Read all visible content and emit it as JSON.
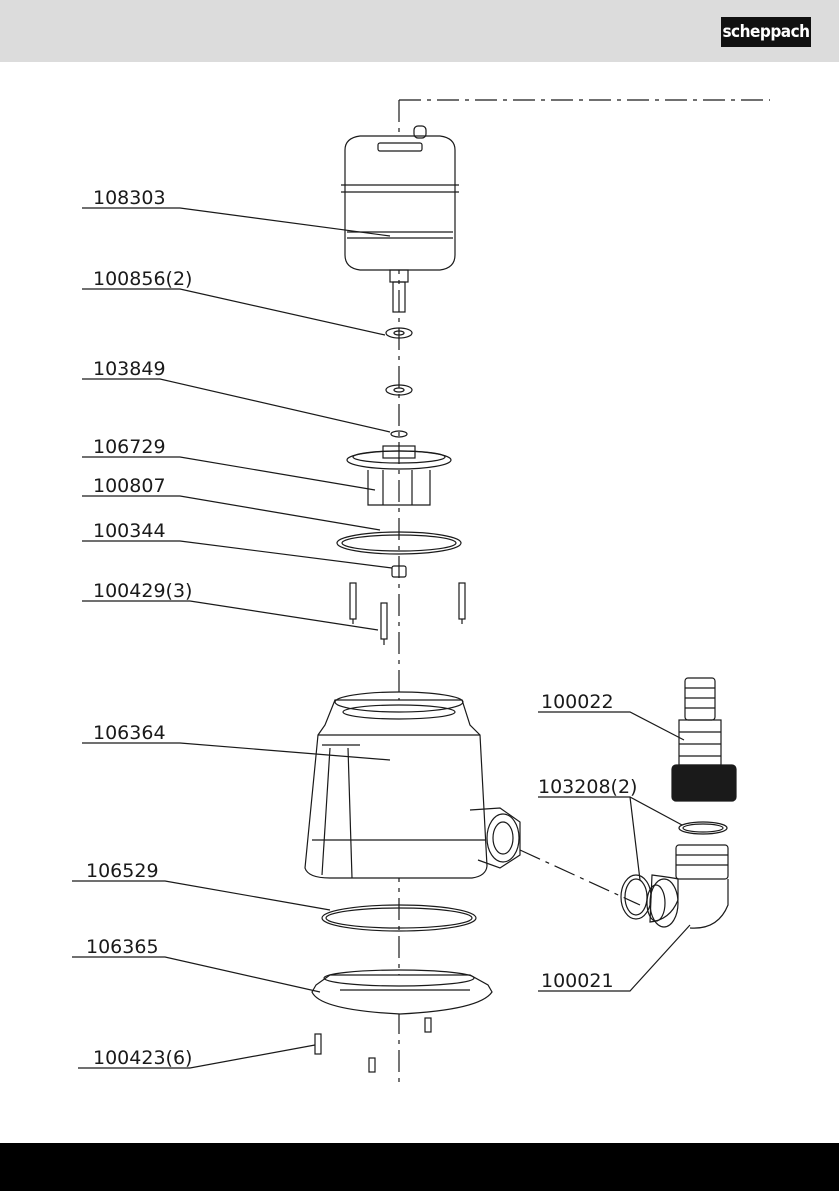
{
  "header": {
    "brand_logo": "scheppach"
  },
  "diagram": {
    "parts": [
      {
        "id": "p1",
        "number": "108303"
      },
      {
        "id": "p2",
        "number": "100856(2)"
      },
      {
        "id": "p3",
        "number": "103849"
      },
      {
        "id": "p4",
        "number": "106729"
      },
      {
        "id": "p5",
        "number": "100807"
      },
      {
        "id": "p6",
        "number": "100344"
      },
      {
        "id": "p7",
        "number": "100429(3)"
      },
      {
        "id": "p8",
        "number": "106364"
      },
      {
        "id": "p9",
        "number": "106529"
      },
      {
        "id": "p10",
        "number": "106365"
      },
      {
        "id": "p11",
        "number": "100423(6)"
      },
      {
        "id": "p12",
        "number": "100022"
      },
      {
        "id": "p13",
        "number": "103208(2)"
      },
      {
        "id": "p14",
        "number": "100021"
      }
    ]
  }
}
